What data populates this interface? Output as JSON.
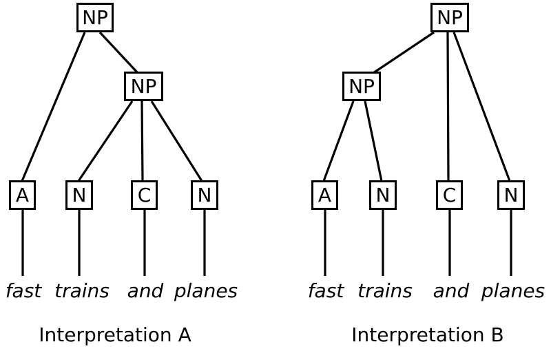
{
  "colors": {
    "background": "#ffffff",
    "foreground": "#000000"
  },
  "trees": [
    {
      "caption": "Interpretation A",
      "nodes": {
        "root": "NP",
        "mid": "NP",
        "leaf1": "A",
        "leaf2": "N",
        "leaf3": "C",
        "leaf4": "N"
      },
      "words": {
        "w1": "fast",
        "w2": "trains",
        "w3": "and",
        "w4": "planes"
      },
      "edges": [
        "root-NP -> A",
        "root-NP -> mid-NP",
        "mid-NP -> N(trains)",
        "mid-NP -> C(and)",
        "mid-NP -> N(planes)"
      ]
    },
    {
      "caption": "Interpretation B",
      "nodes": {
        "root": "NP",
        "mid": "NP",
        "leaf1": "A",
        "leaf2": "N",
        "leaf3": "C",
        "leaf4": "N"
      },
      "words": {
        "w1": "fast",
        "w2": "trains",
        "w3": "and",
        "w4": "planes"
      },
      "edges": [
        "root-NP -> mid-NP",
        "root-NP -> C(and)",
        "root-NP -> N(planes)",
        "mid-NP -> A(fast)",
        "mid-NP -> N(trains)"
      ]
    }
  ]
}
